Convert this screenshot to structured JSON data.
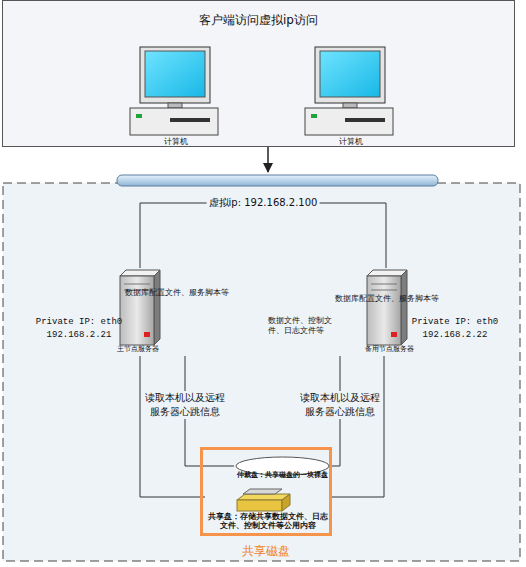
{
  "diagram": {
    "nodes": [
      {
        "text": [
          "客户端访问虚拟ip访问"
        ]
      },
      {
        "text": [
          "计算机"
        ],
        "in": 0
      },
      {
        "text": [
          "计算机"
        ],
        "in": 0
      },
      {
        "text": [
          "数据库配置文件、服务脚本等",
          "主节点服务器"
        ]
      },
      {
        "text": [
          "数据库配置文件、服务脚本等",
          "数据文件、控制文件、日志文件等",
          "备用节点服务器"
        ]
      },
      {
        "text": [
          "共享磁盘"
        ]
      },
      {
        "text": [
          "仲裁盘：共享磁盘的一块裸盘"
        ],
        "in": 5
      },
      {
        "text": [
          "共享盘：存储共享数据文件、日志文件、控制文件等公用内容"
        ],
        "in": 5
      }
    ],
    "edges": [
      {
        "from": 3,
        "to": 4,
        "label": "虚拟ip: 192.168.2.100",
        "arrow": "none"
      },
      {
        "from": 3,
        "to": 6,
        "label": "读取本机以及远程服务器心跳信息",
        "arrow": "none"
      },
      {
        "from": 4,
        "to": 6,
        "label": "读取本机以及远程服务器心跳信息",
        "arrow": "none"
      },
      {
        "from": 3,
        "to": 7,
        "arrow": "none"
      },
      {
        "from": 4,
        "to": 7,
        "arrow": "none"
      }
    ],
    "labels": [
      "Private IP: eth0 192.168.2.21",
      "Private IP: eth0 192.168.2.22"
    ]
  }
}
